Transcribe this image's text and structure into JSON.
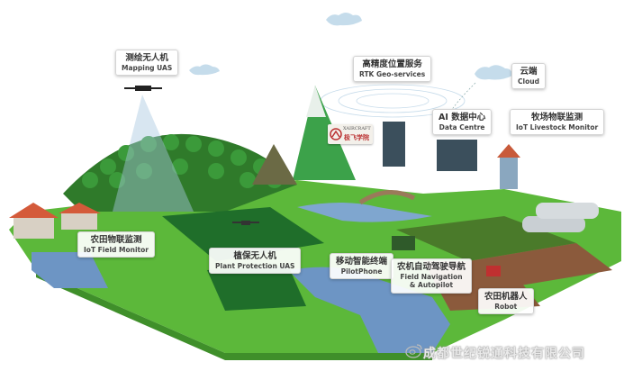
{
  "scene": {
    "title": "Smart agriculture ecosystem illustration",
    "colors": {
      "grass": "#5cb83a",
      "dark_grass": "#2f8a2a",
      "water": "#6d95c4",
      "soil": "#8b5a3c",
      "cloud": "#c5dceb",
      "label_bg": "#ffffff"
    }
  },
  "labels": {
    "mapping_uas": {
      "cn": "测绘无人机",
      "en": "Mapping UAS"
    },
    "rtk": {
      "cn": "高精度位置服务",
      "en": "RTK Geo-services"
    },
    "cloud": {
      "cn": "云端",
      "en": "Cloud"
    },
    "data_centre": {
      "cn": "AI 数据中心",
      "en": "Data Centre"
    },
    "livestock": {
      "cn": "牧场物联监测",
      "en": "IoT Livestock Monitor"
    },
    "field_monitor": {
      "cn": "农田物联监测",
      "en": "IoT Field Monitor"
    },
    "plant_protection": {
      "cn": "植保无人机",
      "en": "Plant Protection UAS"
    },
    "pilotphone": {
      "cn": "移动智能终端",
      "en": "PilotPhone"
    },
    "navigation": {
      "cn": "农机自动驾驶导航",
      "en": "Field Navigation",
      "en2": "& Autopilot"
    },
    "robot": {
      "cn": "农田机器人",
      "en": "Robot"
    }
  },
  "logo": {
    "line1": "XAIRCRAFT",
    "line2": "极飞学院"
  },
  "watermark": {
    "text": "成都世纪锐通科技有限公司",
    "icon": "weibo-icon"
  }
}
